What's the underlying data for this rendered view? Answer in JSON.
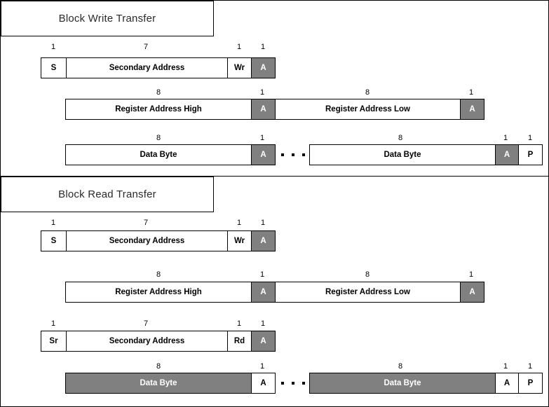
{
  "diagram": {
    "type": "i2c-protocol-frame-diagram",
    "colors": {
      "ack_gray": "#808080",
      "frame_white": "#ffffff",
      "line_black": "#000000"
    },
    "sections": [
      {
        "id": "block-write-transfer",
        "title": "Block Write Transfer",
        "rows": [
          {
            "id": "write-address-phase",
            "groups": [
              {
                "cells": [
                  {
                    "label": "S",
                    "bits": "1",
                    "fill": "white"
                  },
                  {
                    "label": "Secondary Address",
                    "bits": "7",
                    "fill": "white"
                  },
                  {
                    "label": "Wr",
                    "bits": "1",
                    "fill": "white"
                  },
                  {
                    "label": "A",
                    "bits": "1",
                    "fill": "gray"
                  }
                ]
              }
            ]
          },
          {
            "id": "write-register-address-phase",
            "groups": [
              {
                "cells": [
                  {
                    "label": "Register Address High",
                    "bits": "8",
                    "fill": "white"
                  },
                  {
                    "label": "A",
                    "bits": "1",
                    "fill": "gray"
                  },
                  {
                    "label": "Register Address Low",
                    "bits": "8",
                    "fill": "white"
                  },
                  {
                    "label": "A",
                    "bits": "1",
                    "fill": "gray"
                  }
                ]
              }
            ]
          },
          {
            "id": "write-data-phase",
            "groups": [
              {
                "cells": [
                  {
                    "label": "Data Byte",
                    "bits": "8",
                    "fill": "white"
                  },
                  {
                    "label": "A",
                    "bits": "1",
                    "fill": "gray"
                  }
                ]
              },
              {
                "cells": [
                  {
                    "label": "Data Byte",
                    "bits": "8",
                    "fill": "white"
                  },
                  {
                    "label": "A",
                    "bits": "1",
                    "fill": "gray"
                  },
                  {
                    "label": "P",
                    "bits": "1",
                    "fill": "white"
                  }
                ]
              }
            ]
          }
        ]
      },
      {
        "id": "block-read-transfer",
        "title": "Block Read Transfer",
        "rows": [
          {
            "id": "read-address-write-phase",
            "groups": [
              {
                "cells": [
                  {
                    "label": "S",
                    "bits": "1",
                    "fill": "white"
                  },
                  {
                    "label": "Secondary Address",
                    "bits": "7",
                    "fill": "white"
                  },
                  {
                    "label": "Wr",
                    "bits": "1",
                    "fill": "white"
                  },
                  {
                    "label": "A",
                    "bits": "1",
                    "fill": "gray"
                  }
                ]
              }
            ]
          },
          {
            "id": "read-register-address-phase",
            "groups": [
              {
                "cells": [
                  {
                    "label": "Register Address High",
                    "bits": "8",
                    "fill": "white"
                  },
                  {
                    "label": "A",
                    "bits": "1",
                    "fill": "gray"
                  },
                  {
                    "label": "Register Address Low",
                    "bits": "8",
                    "fill": "white"
                  },
                  {
                    "label": "A",
                    "bits": "1",
                    "fill": "gray"
                  }
                ]
              }
            ]
          },
          {
            "id": "read-restart-address-phase",
            "groups": [
              {
                "cells": [
                  {
                    "label": "Sr",
                    "bits": "1",
                    "fill": "white"
                  },
                  {
                    "label": "Secondary Address",
                    "bits": "7",
                    "fill": "white"
                  },
                  {
                    "label": "Rd",
                    "bits": "1",
                    "fill": "white"
                  },
                  {
                    "label": "A",
                    "bits": "1",
                    "fill": "gray"
                  }
                ]
              }
            ]
          },
          {
            "id": "read-data-phase",
            "groups": [
              {
                "cells": [
                  {
                    "label": "Data Byte",
                    "bits": "8",
                    "fill": "gray"
                  },
                  {
                    "label": "A",
                    "bits": "1",
                    "fill": "white"
                  }
                ]
              },
              {
                "cells": [
                  {
                    "label": "Data Byte",
                    "bits": "8",
                    "fill": "gray"
                  },
                  {
                    "label": "A",
                    "bits": "1",
                    "fill": "white"
                  },
                  {
                    "label": "P",
                    "bits": "1",
                    "fill": "white"
                  }
                ]
              }
            ]
          }
        ]
      }
    ],
    "ellipsis_glyph": "• • •"
  }
}
